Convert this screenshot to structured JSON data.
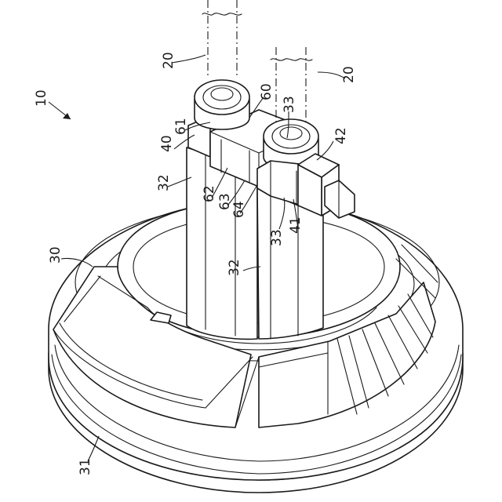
{
  "labels": {
    "assembly": "10",
    "cable_left": "20",
    "cable_right": "20",
    "housing": "30",
    "seal_ring": "31",
    "tube_left": "32",
    "tube_center": "32",
    "collar_upper": "33",
    "collar_lower": "33",
    "plate": "40",
    "tab": "41",
    "terminal": "42",
    "cover": "60",
    "cover_wing": "61",
    "cover_side": "62",
    "cover_face": "63",
    "cover_edge": "64"
  },
  "icons": {
    "assembly_arrow": "arrow-down-right-icon"
  }
}
